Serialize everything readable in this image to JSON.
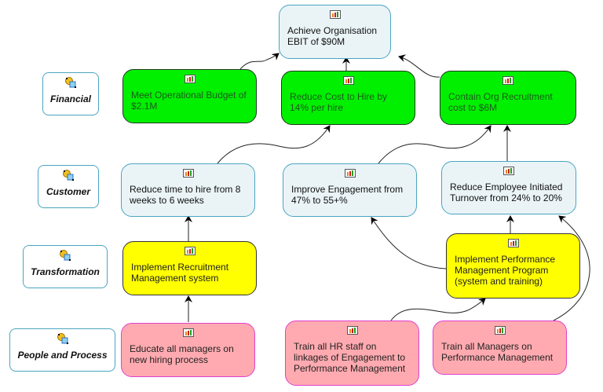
{
  "perspectives": [
    {
      "id": "financial",
      "label": "Financial",
      "icon": "perspective-icon"
    },
    {
      "id": "customer",
      "label": "Customer",
      "icon": "perspective-icon"
    },
    {
      "id": "transformation",
      "label": "Transformation",
      "icon": "perspective-icon"
    },
    {
      "id": "people",
      "label": "People and Process",
      "icon": "perspective-icon"
    }
  ],
  "objectives": {
    "ebit": {
      "text": "Achieve Organisation EBIT of $90M",
      "style": "light",
      "icon": "chart-icon"
    },
    "budget": {
      "text": "Meet Operational Budget of $2.1M",
      "style": "green",
      "icon": "chart-icon"
    },
    "cost_hire": {
      "text": "Reduce Cost to Hire by 14% per hire",
      "style": "green",
      "icon": "chart-icon"
    },
    "org_recruit": {
      "text": "Contain Org Recruitment cost to $6M",
      "style": "green",
      "icon": "chart-icon"
    },
    "time_hire": {
      "text": "Reduce time to hire from 8 weeks to 6 weeks",
      "style": "light",
      "icon": "chart-icon"
    },
    "engagement": {
      "text": "Improve Engagement from 47% to 55+%",
      "style": "light",
      "icon": "chart-icon"
    },
    "turnover": {
      "text": "Reduce Employee Initiated Turnover from 24% to 20%",
      "style": "light",
      "icon": "chart-icon"
    },
    "recruit_sys": {
      "text": "Implement Recruitment Management system",
      "style": "yellow",
      "icon": "chart-icon"
    },
    "perf_prog": {
      "text": "Implement Performance Management Program (system and training)",
      "style": "yellow",
      "icon": "chart-icon"
    },
    "educate": {
      "text": "Educate all managers on new hiring process",
      "style": "pink",
      "icon": "chart-icon"
    },
    "train_hr": {
      "text": "Train all HR staff on linkages of Engagement to Performance Management",
      "style": "pink",
      "icon": "chart-icon"
    },
    "train_mgr": {
      "text": "Train all Managers on Performance Management",
      "style": "pink",
      "icon": "chart-icon"
    }
  },
  "links": [
    {
      "from": "budget",
      "to": "ebit"
    },
    {
      "from": "cost_hire",
      "to": "ebit"
    },
    {
      "from": "org_recruit",
      "to": "ebit"
    },
    {
      "from": "time_hire",
      "to": "cost_hire"
    },
    {
      "from": "engagement",
      "to": "org_recruit"
    },
    {
      "from": "turnover",
      "to": "org_recruit"
    },
    {
      "from": "recruit_sys",
      "to": "time_hire"
    },
    {
      "from": "perf_prog",
      "to": "engagement"
    },
    {
      "from": "perf_prog",
      "to": "turnover"
    },
    {
      "from": "educate",
      "to": "recruit_sys"
    },
    {
      "from": "train_hr",
      "to": "perf_prog"
    },
    {
      "from": "train_mgr",
      "to": "turnover"
    }
  ]
}
